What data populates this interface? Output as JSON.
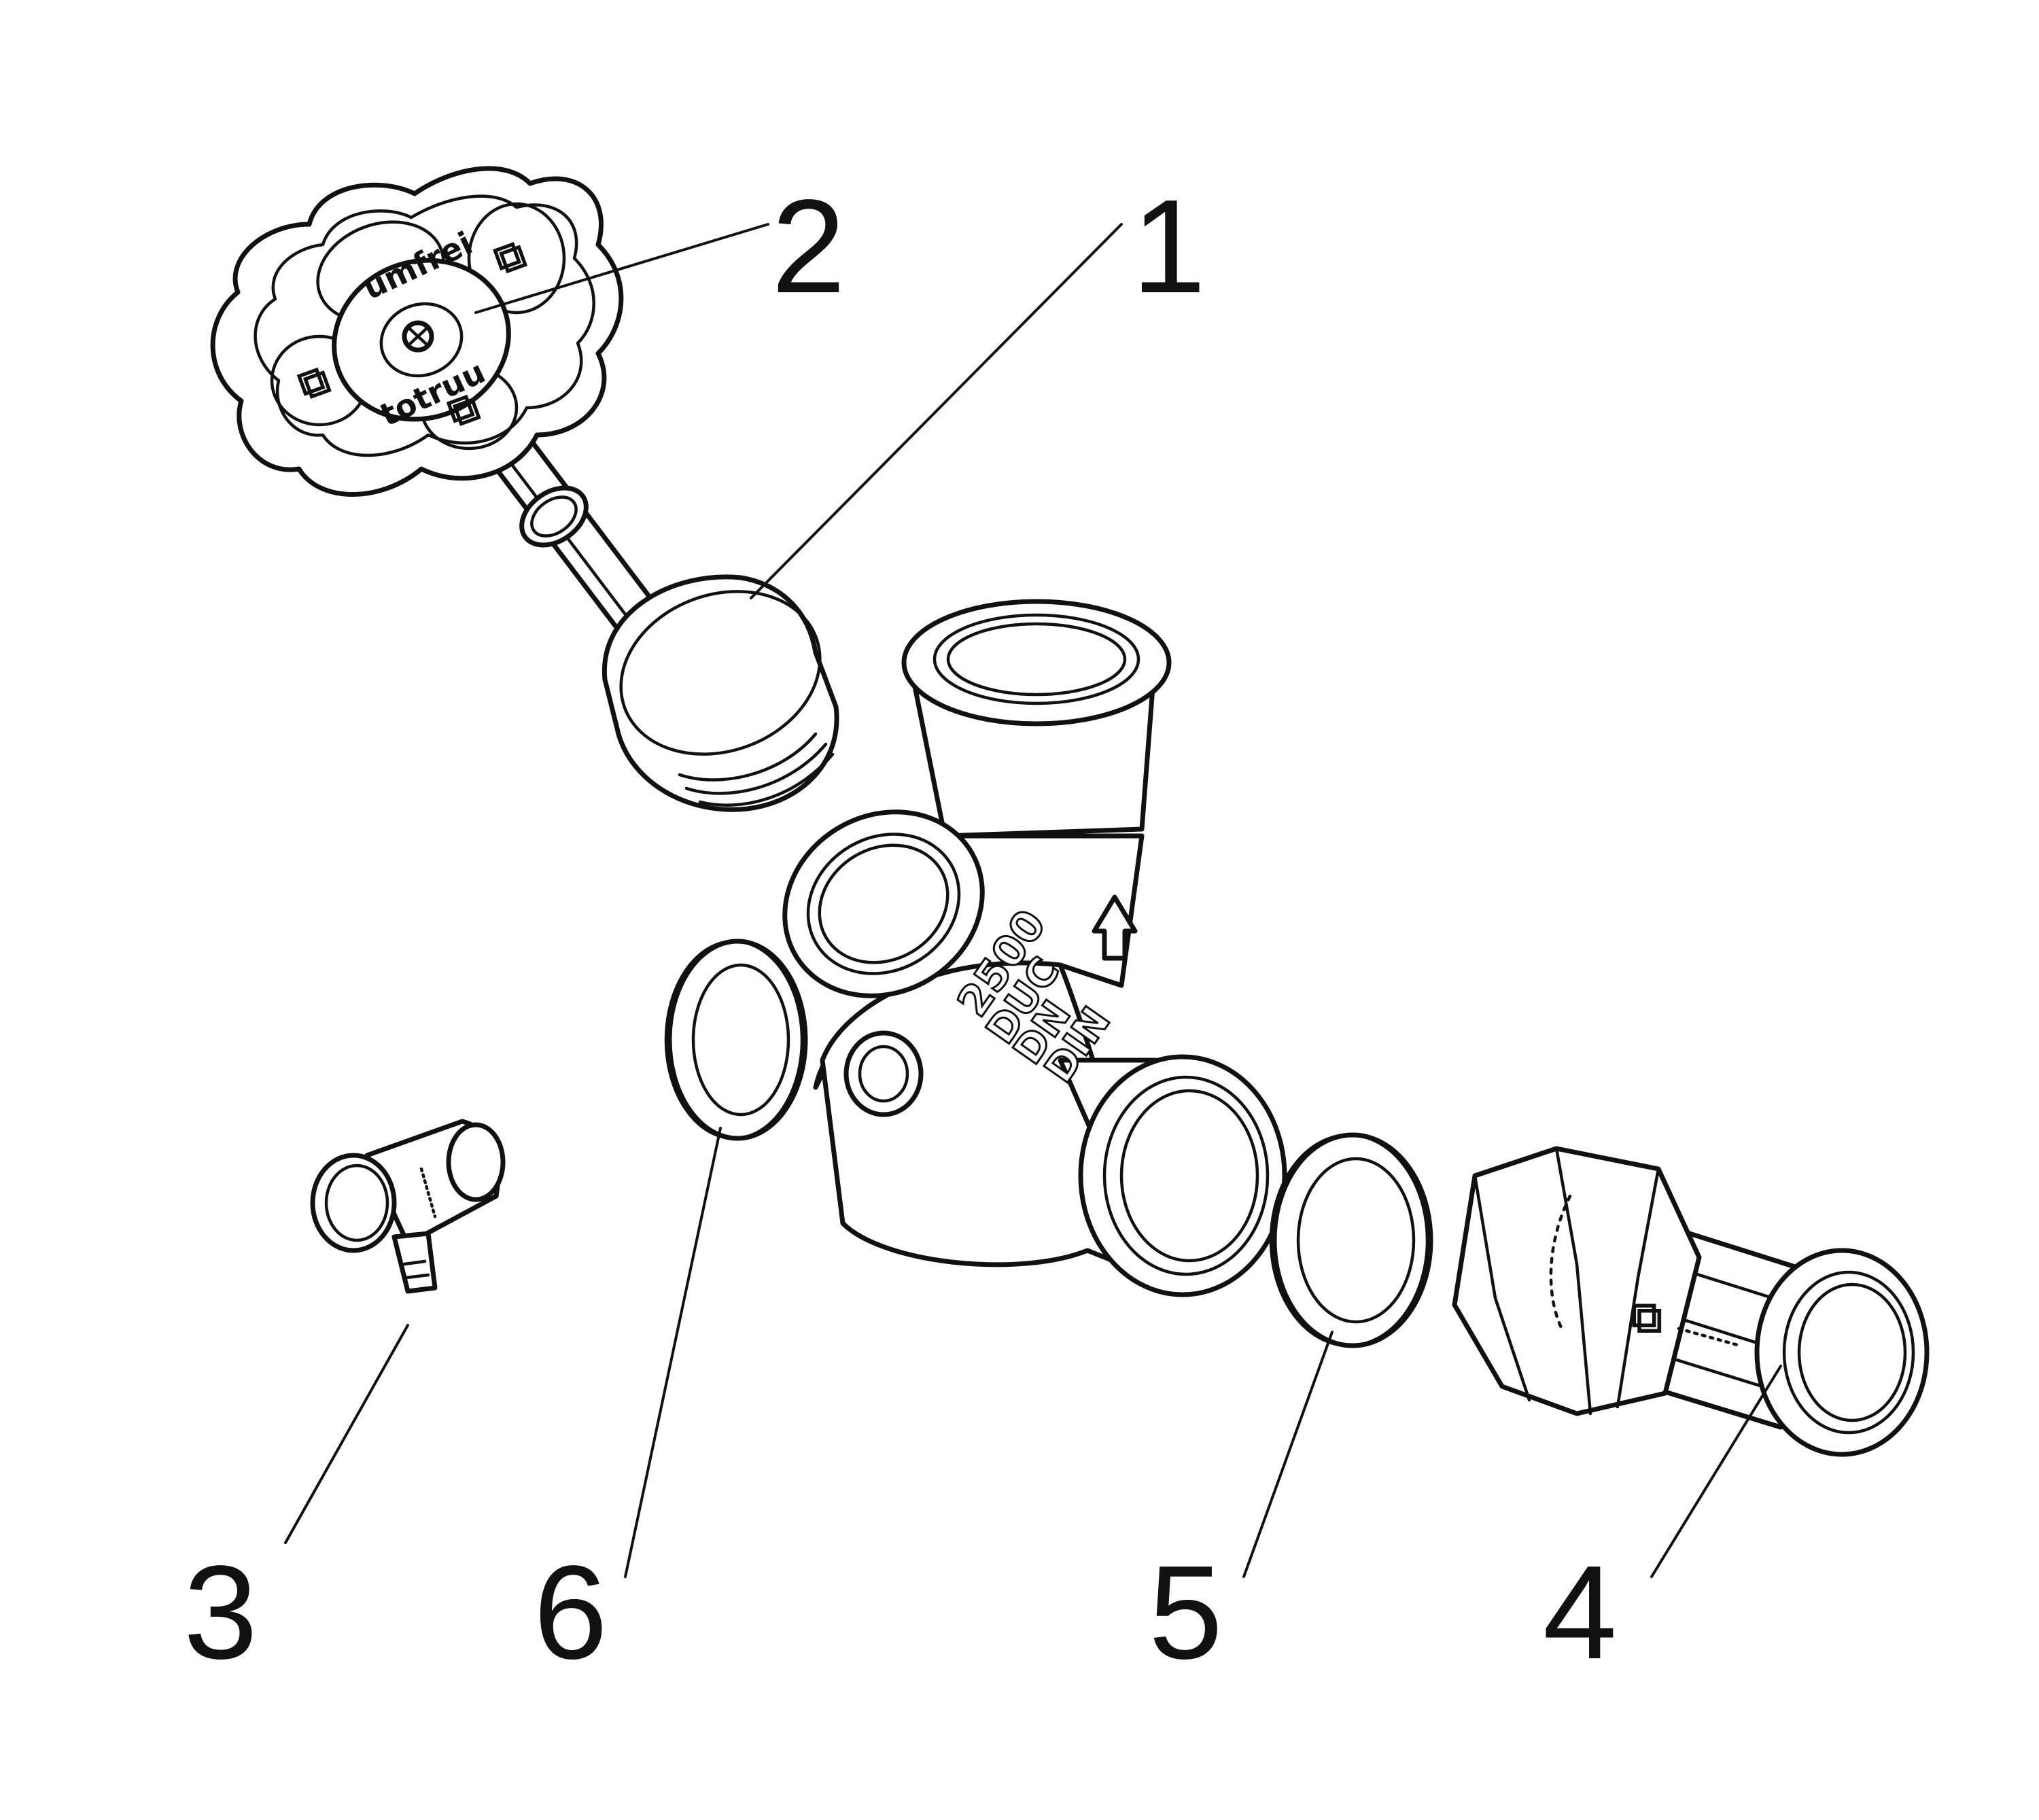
{
  "callouts": [
    {
      "id": "1",
      "label": "1"
    },
    {
      "id": "2",
      "label": "2"
    },
    {
      "id": "3",
      "label": "3"
    },
    {
      "id": "4",
      "label": "4"
    },
    {
      "id": "5",
      "label": "5"
    },
    {
      "id": "6",
      "label": "6"
    }
  ],
  "handwheel": {
    "cap_text": "umfrei",
    "cap_text_lower": "totruu"
  },
  "body_markings": {
    "pressure": "2500",
    "line_1": "DUC",
    "line_2": "DN",
    "line_3": "DIN"
  }
}
